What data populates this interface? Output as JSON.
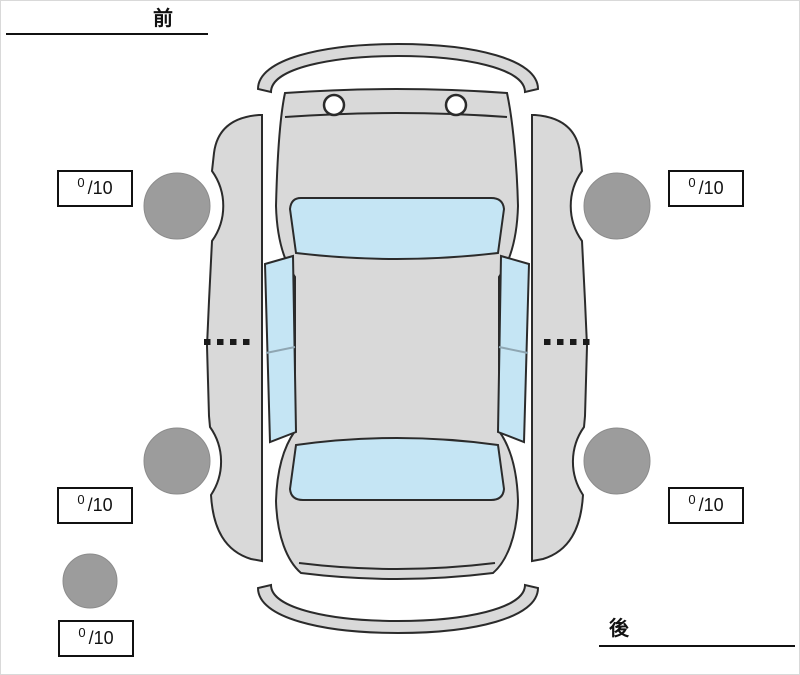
{
  "labels": {
    "front": "前",
    "rear": "後"
  },
  "tread": {
    "front_left": {
      "value": "0",
      "max": "/10"
    },
    "front_right": {
      "value": "0",
      "max": "/10"
    },
    "rear_left": {
      "value": "0",
      "max": "/10"
    },
    "rear_right": {
      "value": "0",
      "max": "/10"
    },
    "spare": {
      "value": "0",
      "max": "/10"
    }
  },
  "diagram": {
    "type": "car-top-expanded-view"
  },
  "colors": {
    "body": "#d9d9d9",
    "glass": "#c5e5f4",
    "tire": "#9c9c9c",
    "outline": "#2b2b2b",
    "white": "#ffffff"
  }
}
